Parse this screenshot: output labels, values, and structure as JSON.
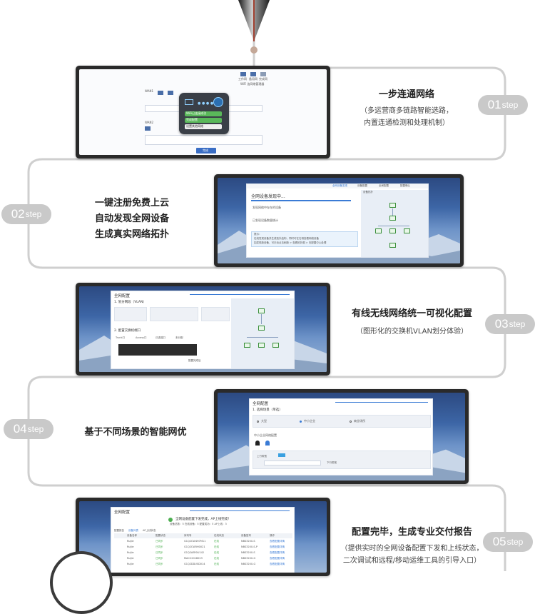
{
  "steps": [
    {
      "num": "01",
      "word": "step",
      "title": "一步连通网络",
      "desc": [
        "（多运营商多链路智能选路，",
        "内置连通检测和处理机制）"
      ]
    },
    {
      "num": "02",
      "word": "step",
      "title_lines": [
        "一键注册免费上云",
        "自动发现全网设备",
        "生成真实网络拓扑"
      ]
    },
    {
      "num": "03",
      "word": "step",
      "title": "有线无线网络统一可视化配置",
      "desc": [
        "（图形化的交换机VLAN划分体验）"
      ]
    },
    {
      "num": "04",
      "word": "step",
      "title": "基于不同场景的智能网优"
    },
    {
      "num": "05",
      "word": "step",
      "title": "配置完毕，生成专业交付报告",
      "desc": [
        "（提供实时的全网设备配置下发和上线状态，",
        "二次调试和远程/移动运维工具的引导入口）"
      ]
    }
  ],
  "screens": {
    "s1": {
      "labels": [
        "工作网",
        "备用网",
        "完成网"
      ],
      "top_caption": "WiFi 连网络管理器",
      "wan1": "WAN1",
      "wan2": "WAN2",
      "btn": "完成",
      "popup_items": [
        "WiFi已连接成功",
        "完成配置",
        "设置其他网络"
      ]
    },
    "s2": {
      "header": "全网设备发现中...",
      "steps": [
        "全网设备发现",
        "设备配置",
        "全局配置",
        "配置确认"
      ],
      "item1": "发现网络中存在的设备",
      "item2": "已发现设备数量统计",
      "note_lines": [
        "提示：",
        "在线发现设备并生成拓扑结构，同时可在右侧查看网络设备",
        "如发现新设备，可手动点击刷新 > 查看拓扑图 > 在配置中心处理"
      ],
      "topo_title": "设备拓扑"
    },
    "s3": {
      "title": "全网配置",
      "section1": "1. 划分网段（VLAN）",
      "section2": "2. 配置交换机端口",
      "legend": [
        "Trunk口",
        "Access口",
        "已选端口",
        "未分配"
      ],
      "tip": "配置完成后"
    },
    "s4": {
      "title": "全网配置",
      "section": "1. 选择场景（单选）",
      "options": [
        "大型",
        "中小企业",
        "商业场所"
      ],
      "subtitle": "中小企业网络配置",
      "row1": "上行带宽",
      "row2": "下行带宽"
    },
    "s5": {
      "title": "全网配置",
      "banner": "全网设备配置下发完成，AP上线完成！",
      "stats": "设备总数：5   在线设备：5   配置成功：5   AP上线：3",
      "tabs": [
        "配置报告",
        "设备列表",
        "AP上线状态"
      ],
      "columns": [
        "设备名称",
        "配置状态",
        "序列号",
        "在线状态",
        "设备型号",
        "操作"
      ],
      "rows": [
        [
          "Ruijie",
          "已同步",
          "G1Q2CW4H7M11",
          "在线",
          "NBS3200-S",
          "查看配置详情"
        ],
        [
          "Ruijie",
          "已同步",
          "G1Q2CW5H0021",
          "在线",
          "NBS3200-S-P",
          "查看配置详情"
        ],
        [
          "Ruijie",
          "已同步",
          "G1Q2ABY0U142",
          "在线",
          "NBS3200-S",
          "查看配置详情"
        ],
        [
          "Ruijie",
          "已同步",
          "MACC2018023",
          "在线",
          "NBS3200-G",
          "查看配置详情"
        ],
        [
          "Ruijie",
          "已同步",
          "G1Q2DDUSD014",
          "在线",
          "NBS3200-G",
          "查看配置详情"
        ]
      ]
    }
  },
  "colors": {
    "badge": "#c9c9c9",
    "line": "#cfcfcf",
    "accent": "#3a7bd5",
    "green": "#4caf50"
  }
}
